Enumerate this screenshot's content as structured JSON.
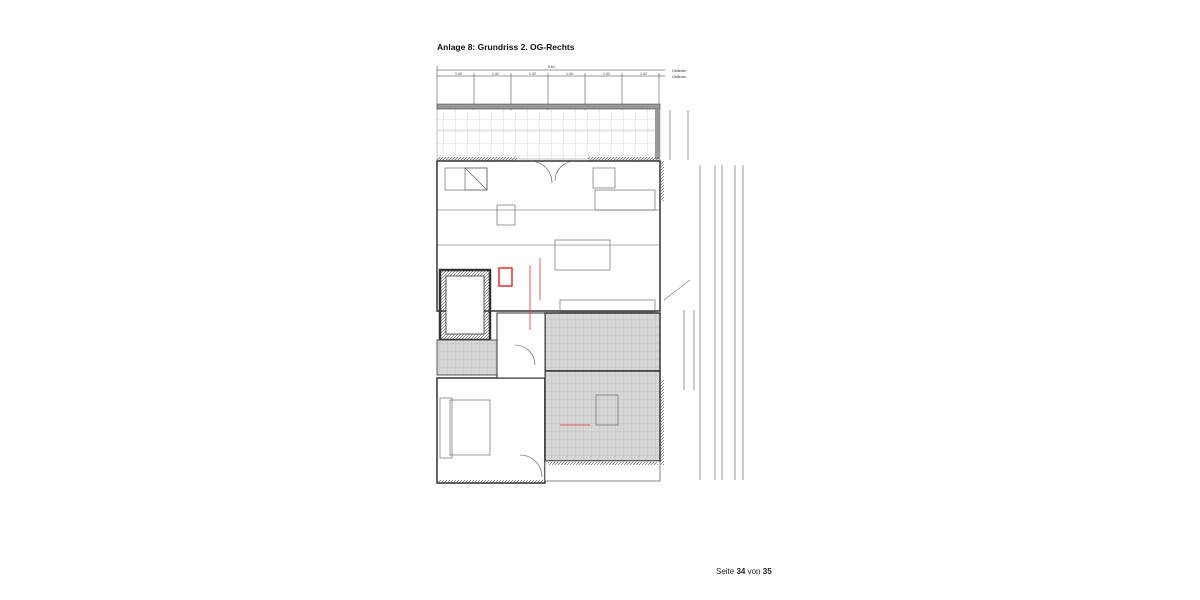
{
  "page": {
    "title": "Anlage 8: Grundriss 2. OG-Rechts",
    "footer": {
      "prefix": "Seite",
      "current": "34",
      "middle": "von",
      "total": "35"
    }
  },
  "plan": {
    "railing_labels": [
      "Geländer",
      "Geländer"
    ],
    "top_total_dimension": "9.63",
    "top_segment_dimensions": [
      "1.43",
      "1.42",
      "1.42",
      "1.43",
      "1.42",
      "1.42"
    ],
    "colors": {
      "wall": "#333333",
      "hatch_fill": "#bdbdbd",
      "wet_room": "#d6d6d6",
      "highlight": "#e03030"
    }
  }
}
